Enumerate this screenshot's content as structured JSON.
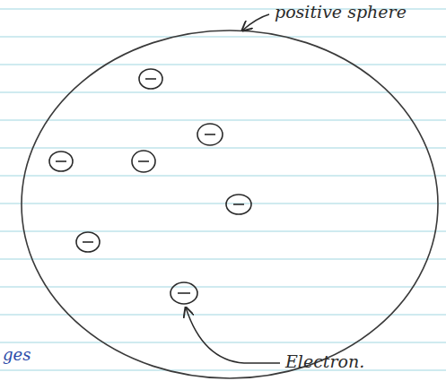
{
  "diagram": {
    "labels": [
      "positive sphere",
      "Electron.",
      "ges"
    ]
  }
}
